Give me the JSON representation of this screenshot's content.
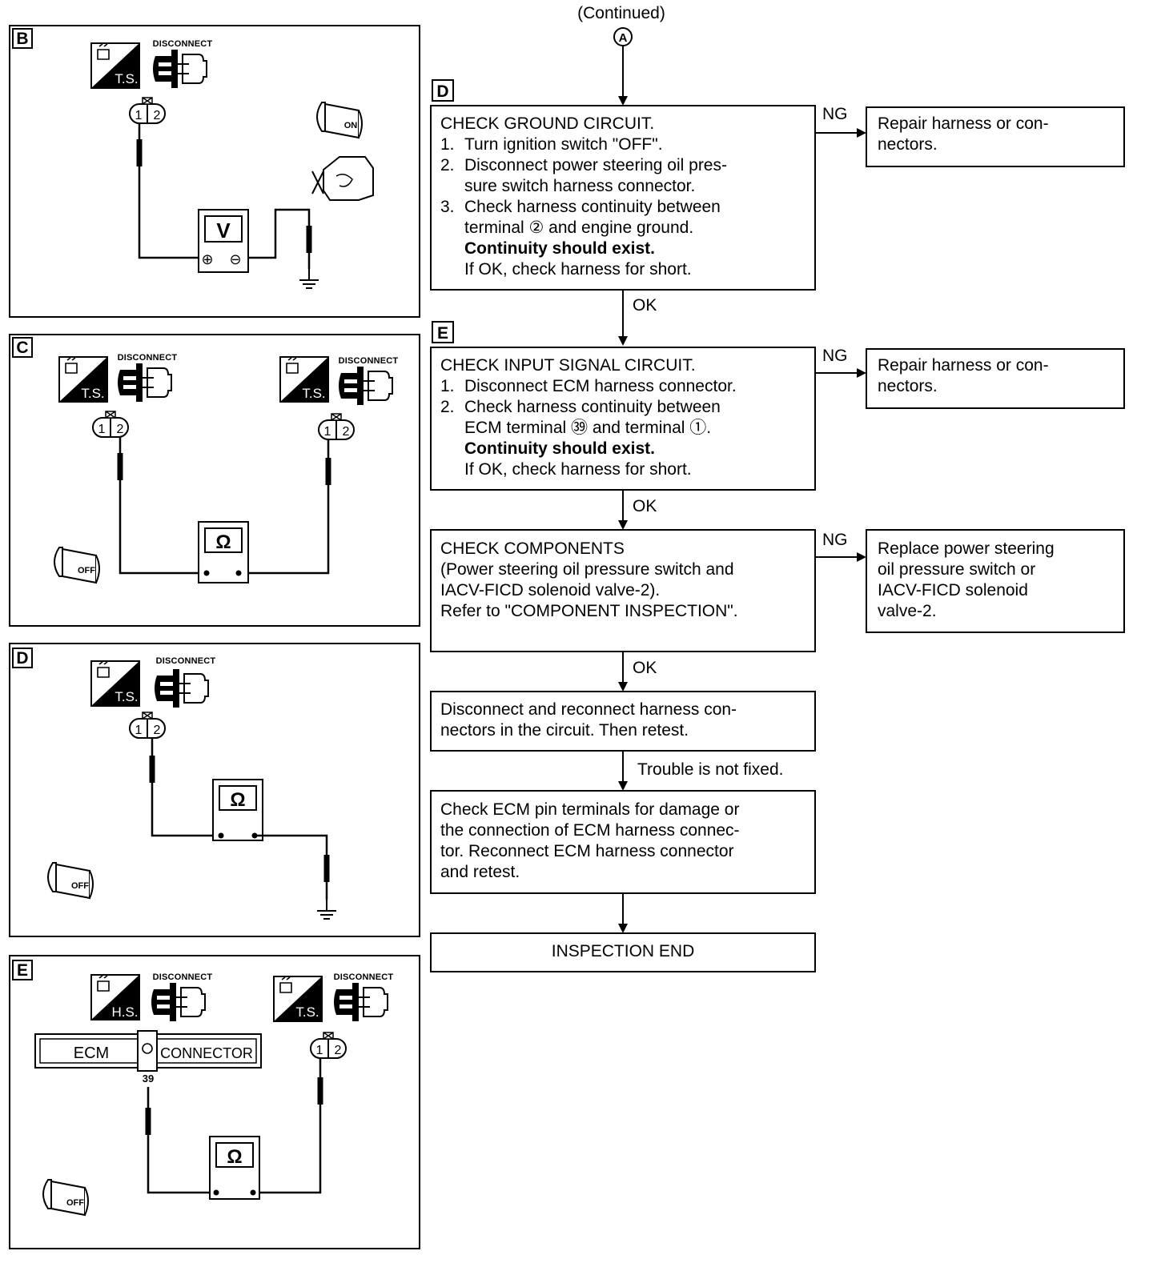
{
  "header": {
    "continued": "(Continued)",
    "connector_mark": "A"
  },
  "panels": [
    {
      "id": "B",
      "disconnect": "DISCONNECT",
      "probe": "T.S.",
      "terminals": [
        "1",
        "2"
      ],
      "key": "ON",
      "meter": "V",
      "meter_pos": "⊕",
      "meter_neg": "⊖"
    },
    {
      "id": "C",
      "disconnect_left": "DISCONNECT",
      "disconnect_right": "DISCONNECT",
      "probe_left": "T.S.",
      "probe_right": "T.S.",
      "terminals_left": [
        "1",
        "2"
      ],
      "terminals_right": [
        "1",
        "2"
      ],
      "key": "OFF",
      "meter": "Ω"
    },
    {
      "id": "D",
      "disconnect": "DISCONNECT",
      "probe": "T.S.",
      "terminals": [
        "1",
        "2"
      ],
      "key": "OFF",
      "meter": "Ω"
    },
    {
      "id": "E",
      "disconnect_left": "DISCONNECT",
      "disconnect_right": "DISCONNECT",
      "probe_left": "H.S.",
      "probe_right": "T.S.",
      "ecm_label": "ECM",
      "connector_label": "CONNECTOR",
      "pin": "39",
      "terminals_right": [
        "1",
        "2"
      ],
      "key": "OFF",
      "meter": "Ω"
    }
  ],
  "flow": {
    "step_d": {
      "tag": "D",
      "title": "CHECK GROUND CIRCUIT.",
      "lines": [
        {
          "n": "1.",
          "t": "Turn ignition switch \"OFF\"."
        },
        {
          "n": "2.",
          "t": "Disconnect power steering oil pres-"
        },
        {
          "n": "",
          "t": "sure switch harness connector."
        },
        {
          "n": "3.",
          "t": "Check harness continuity between"
        },
        {
          "n": "",
          "t": "terminal ② and engine ground."
        }
      ],
      "emphasis": "Continuity should exist.",
      "note": "If OK, check harness for short.",
      "ng": "NG",
      "ng_action": [
        "Repair harness or con-",
        "nectors."
      ],
      "ok": "OK"
    },
    "step_e": {
      "tag": "E",
      "title": "CHECK INPUT SIGNAL CIRCUIT.",
      "lines": [
        {
          "n": "1.",
          "t": "Disconnect ECM harness connector."
        },
        {
          "n": "2.",
          "t": "Check harness continuity between"
        },
        {
          "n": "",
          "t": "ECM terminal ㊴ and terminal ①."
        }
      ],
      "emphasis": "Continuity should exist.",
      "note": "If OK, check harness for short.",
      "ng": "NG",
      "ng_action": [
        "Repair harness or con-",
        "nectors."
      ],
      "ok": "OK"
    },
    "step_components": {
      "lines": [
        "CHECK COMPONENTS",
        "(Power steering oil pressure switch and",
        "IACV-FICD solenoid valve-2).",
        "Refer to \"COMPONENT INSPECTION\"."
      ],
      "ng": "NG",
      "ng_action": [
        "Replace power steering",
        "oil pressure switch or",
        "IACV-FICD solenoid",
        "valve-2."
      ],
      "ok": "OK"
    },
    "step_reconnect": {
      "lines": [
        "Disconnect and reconnect harness con-",
        "nectors in the circuit. Then retest."
      ],
      "next": "Trouble is not fixed."
    },
    "step_ecm": {
      "lines": [
        "Check ECM pin terminals for damage or",
        "the connection of ECM harness connec-",
        "tor. Reconnect ECM harness connector",
        "and retest."
      ]
    },
    "end": "INSPECTION END"
  }
}
